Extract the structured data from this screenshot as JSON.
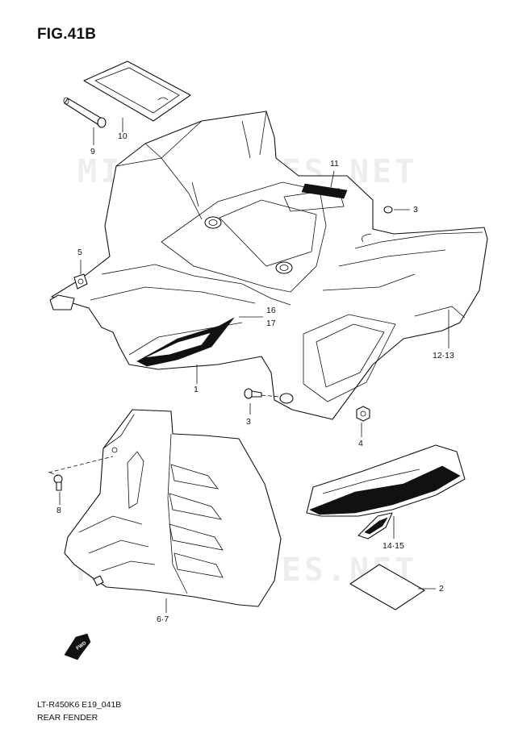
{
  "figure": {
    "title": "FIG.41B"
  },
  "watermark": {
    "text": "MICROFICHES.NET"
  },
  "callouts": {
    "c1": "1",
    "c2": "2",
    "c3a": "3",
    "c3b": "3",
    "c4": "4",
    "c5": "5",
    "c67": "6·7",
    "c8": "8",
    "c9": "9",
    "c10": "10",
    "c11": "11",
    "c1213": "12·13",
    "c1415": "14·15",
    "c16": "16",
    "c17": "17"
  },
  "fwd_badge": "FWD",
  "footer": {
    "code": "LT-R450K6 E19_041B",
    "name": "REAR FENDER"
  }
}
